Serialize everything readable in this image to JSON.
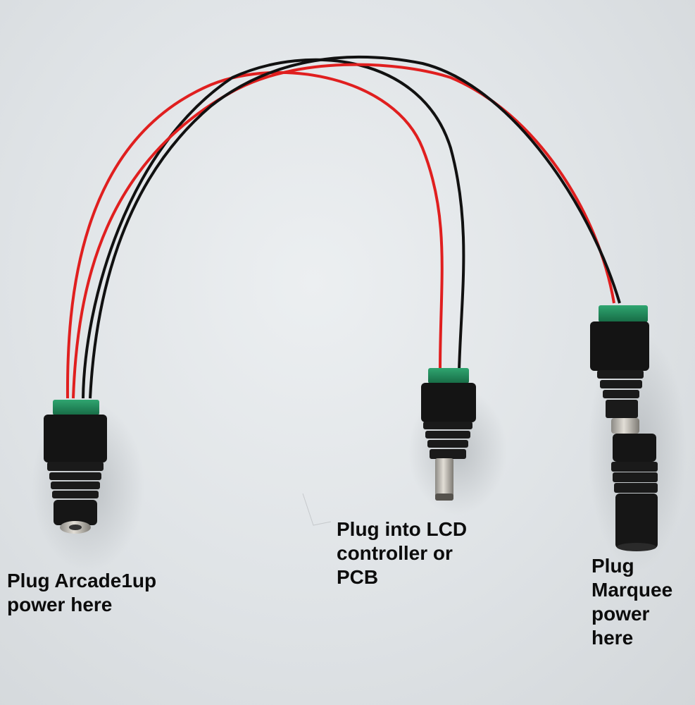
{
  "colors": {
    "background": "#e4e7e9",
    "red_wire": "#e01f1f",
    "black_wire": "#111111",
    "terminal_green": "#1f8a5a",
    "plug_black": "#141414",
    "metal": "#b9b5ad"
  },
  "labels": {
    "arcade1up": "Plug Arcade1up\npower here",
    "lcd": "Plug into LCD\ncontroller or\nPCB",
    "marquee": "Plug\nMarquee\npower\nhere"
  }
}
